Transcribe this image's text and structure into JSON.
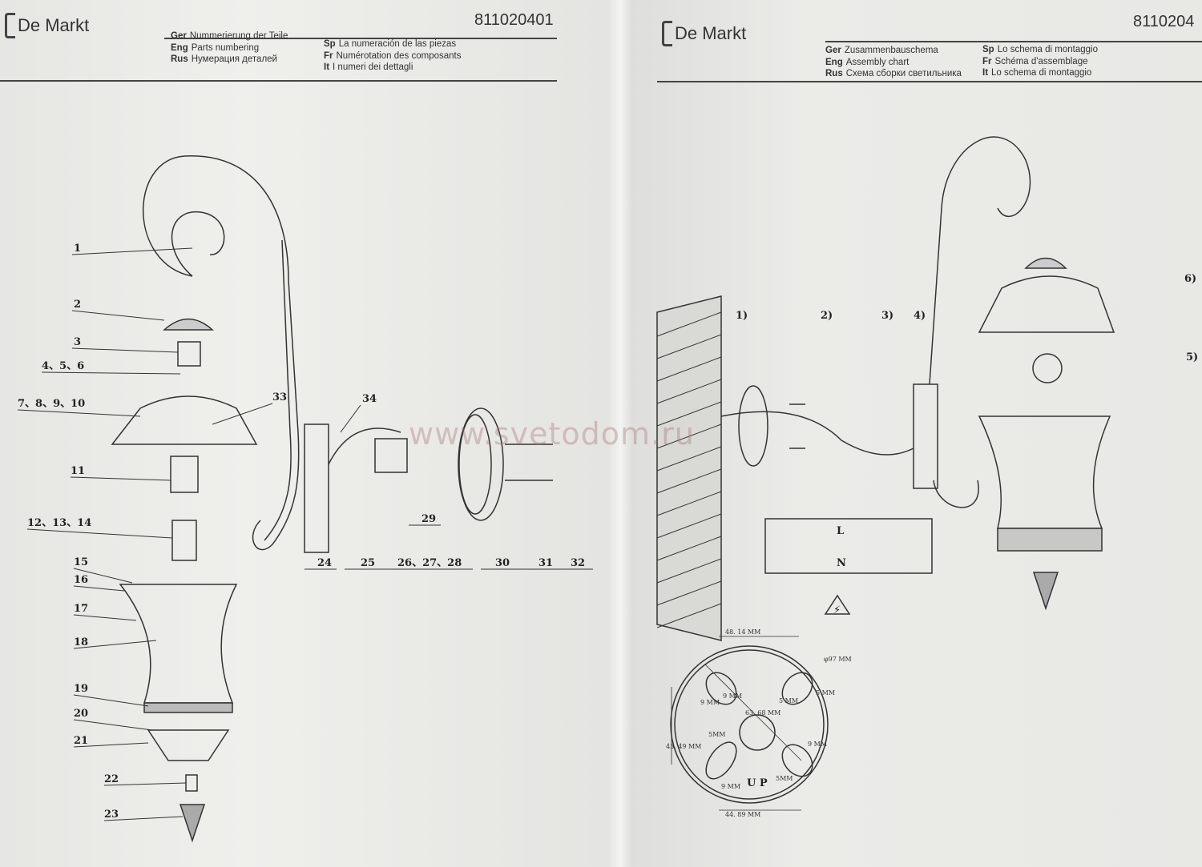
{
  "left_page": {
    "brand": "De Markt",
    "code": "811020401",
    "titles": [
      {
        "lang": "Ger",
        "text": "Nummerierung der Teile"
      },
      {
        "lang": "Eng",
        "text": "Parts numbering"
      },
      {
        "lang": "Rus",
        "text": "Нумерация деталей"
      },
      {
        "lang": "Sp",
        "text": "La numeración de las piezas"
      },
      {
        "lang": "Fr",
        "text": "Numérotation des composants"
      },
      {
        "lang": "It",
        "text": "I numeri dei dettagli"
      }
    ],
    "part_labels": [
      "1",
      "2",
      "3",
      "4、5、6",
      "7、8、9、10",
      "11",
      "12、13、14",
      "15",
      "16",
      "17",
      "18",
      "19",
      "20",
      "21",
      "22",
      "23",
      "24",
      "25",
      "26、27、28",
      "29",
      "30",
      "31",
      "32",
      "33",
      "34"
    ]
  },
  "right_page": {
    "brand": "De Markt",
    "code": "8110204",
    "titles": [
      {
        "lang": "Ger",
        "text": "Zusammenbauschema"
      },
      {
        "lang": "Eng",
        "text": "Assembly chart"
      },
      {
        "lang": "Rus",
        "text": "Схема сборки светильника"
      },
      {
        "lang": "Sp",
        "text": "Lo schema di montaggio"
      },
      {
        "lang": "Fr",
        "text": "Schéma d'assemblage"
      },
      {
        "lang": "It",
        "text": "Lo schema di montaggio"
      }
    ],
    "step_labels": [
      "1)",
      "2)",
      "3)",
      "4)",
      "5)",
      "6)"
    ],
    "wiring": {
      "live": "L",
      "neutral": "N"
    },
    "dimensions": [
      "48. 14 MM",
      "φ97 MM",
      "43. 49 MM",
      "63. 68 MM",
      "5 MM",
      "9 MM",
      "5 MM",
      "9 MM",
      "5MM",
      "9 MM",
      "5MM",
      "9 MM",
      "44. 89 MM"
    ],
    "up_label": "U P"
  },
  "watermark": "www.svetodom.ru"
}
